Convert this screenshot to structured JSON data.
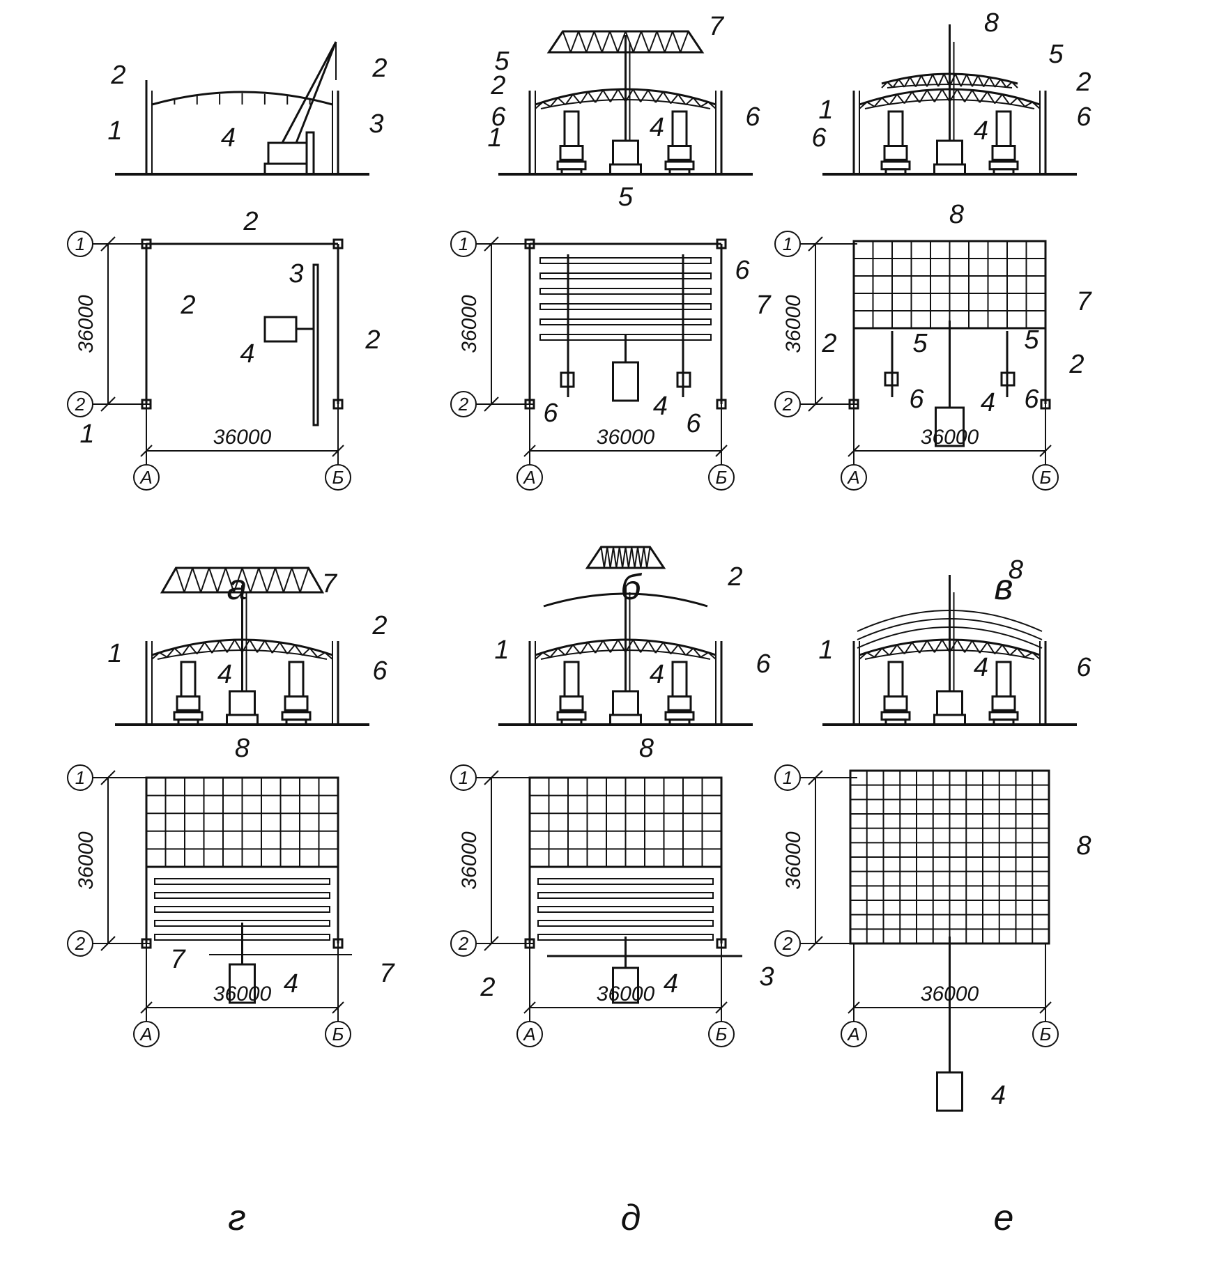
{
  "panels": [
    {
      "id": "a",
      "caption": "а",
      "dim_v": "36000",
      "dim_h": "36000",
      "axes": [
        "1",
        "2",
        "А",
        "Б"
      ],
      "elev_labels": [
        "1",
        "2",
        "2",
        "3",
        "4"
      ],
      "plan_labels": [
        "1",
        "2",
        "2",
        "2",
        "3",
        "4"
      ]
    },
    {
      "id": "b",
      "caption": "б",
      "dim_v": "36000",
      "dim_h": "36000",
      "axes": [
        "1",
        "2",
        "А",
        "Б"
      ],
      "elev_labels": [
        "1",
        "2",
        "4",
        "5",
        "6",
        "6",
        "7"
      ],
      "plan_labels": [
        "4",
        "5",
        "6",
        "6",
        "6",
        "7"
      ]
    },
    {
      "id": "v",
      "caption": "в",
      "dim_v": "36000",
      "dim_h": "36000",
      "axes": [
        "1",
        "2",
        "А",
        "Б"
      ],
      "elev_labels": [
        "1",
        "2",
        "4",
        "5",
        "6",
        "6",
        "8"
      ],
      "plan_labels": [
        "2",
        "2",
        "4",
        "5",
        "5",
        "6",
        "6",
        "7",
        "8"
      ]
    },
    {
      "id": "g",
      "caption": "г",
      "dim_v": "36000",
      "dim_h": "36000",
      "axes": [
        "1",
        "2",
        "А",
        "Б"
      ],
      "elev_labels": [
        "1",
        "2",
        "4",
        "6",
        "7"
      ],
      "plan_labels": [
        "4",
        "7",
        "7",
        "8"
      ]
    },
    {
      "id": "d",
      "caption": "д",
      "dim_v": "36000",
      "dim_h": "36000",
      "axes": [
        "1",
        "2",
        "А",
        "Б"
      ],
      "elev_labels": [
        "1",
        "2",
        "4",
        "6"
      ],
      "plan_labels": [
        "2",
        "3",
        "4",
        "8"
      ]
    },
    {
      "id": "e",
      "caption": "е",
      "dim_v": "36000",
      "dim_h": "36000",
      "axes": [
        "1",
        "2",
        "А",
        "Б"
      ],
      "elev_labels": [
        "1",
        "4",
        "6",
        "8"
      ],
      "plan_labels": [
        "4",
        "8"
      ]
    }
  ]
}
